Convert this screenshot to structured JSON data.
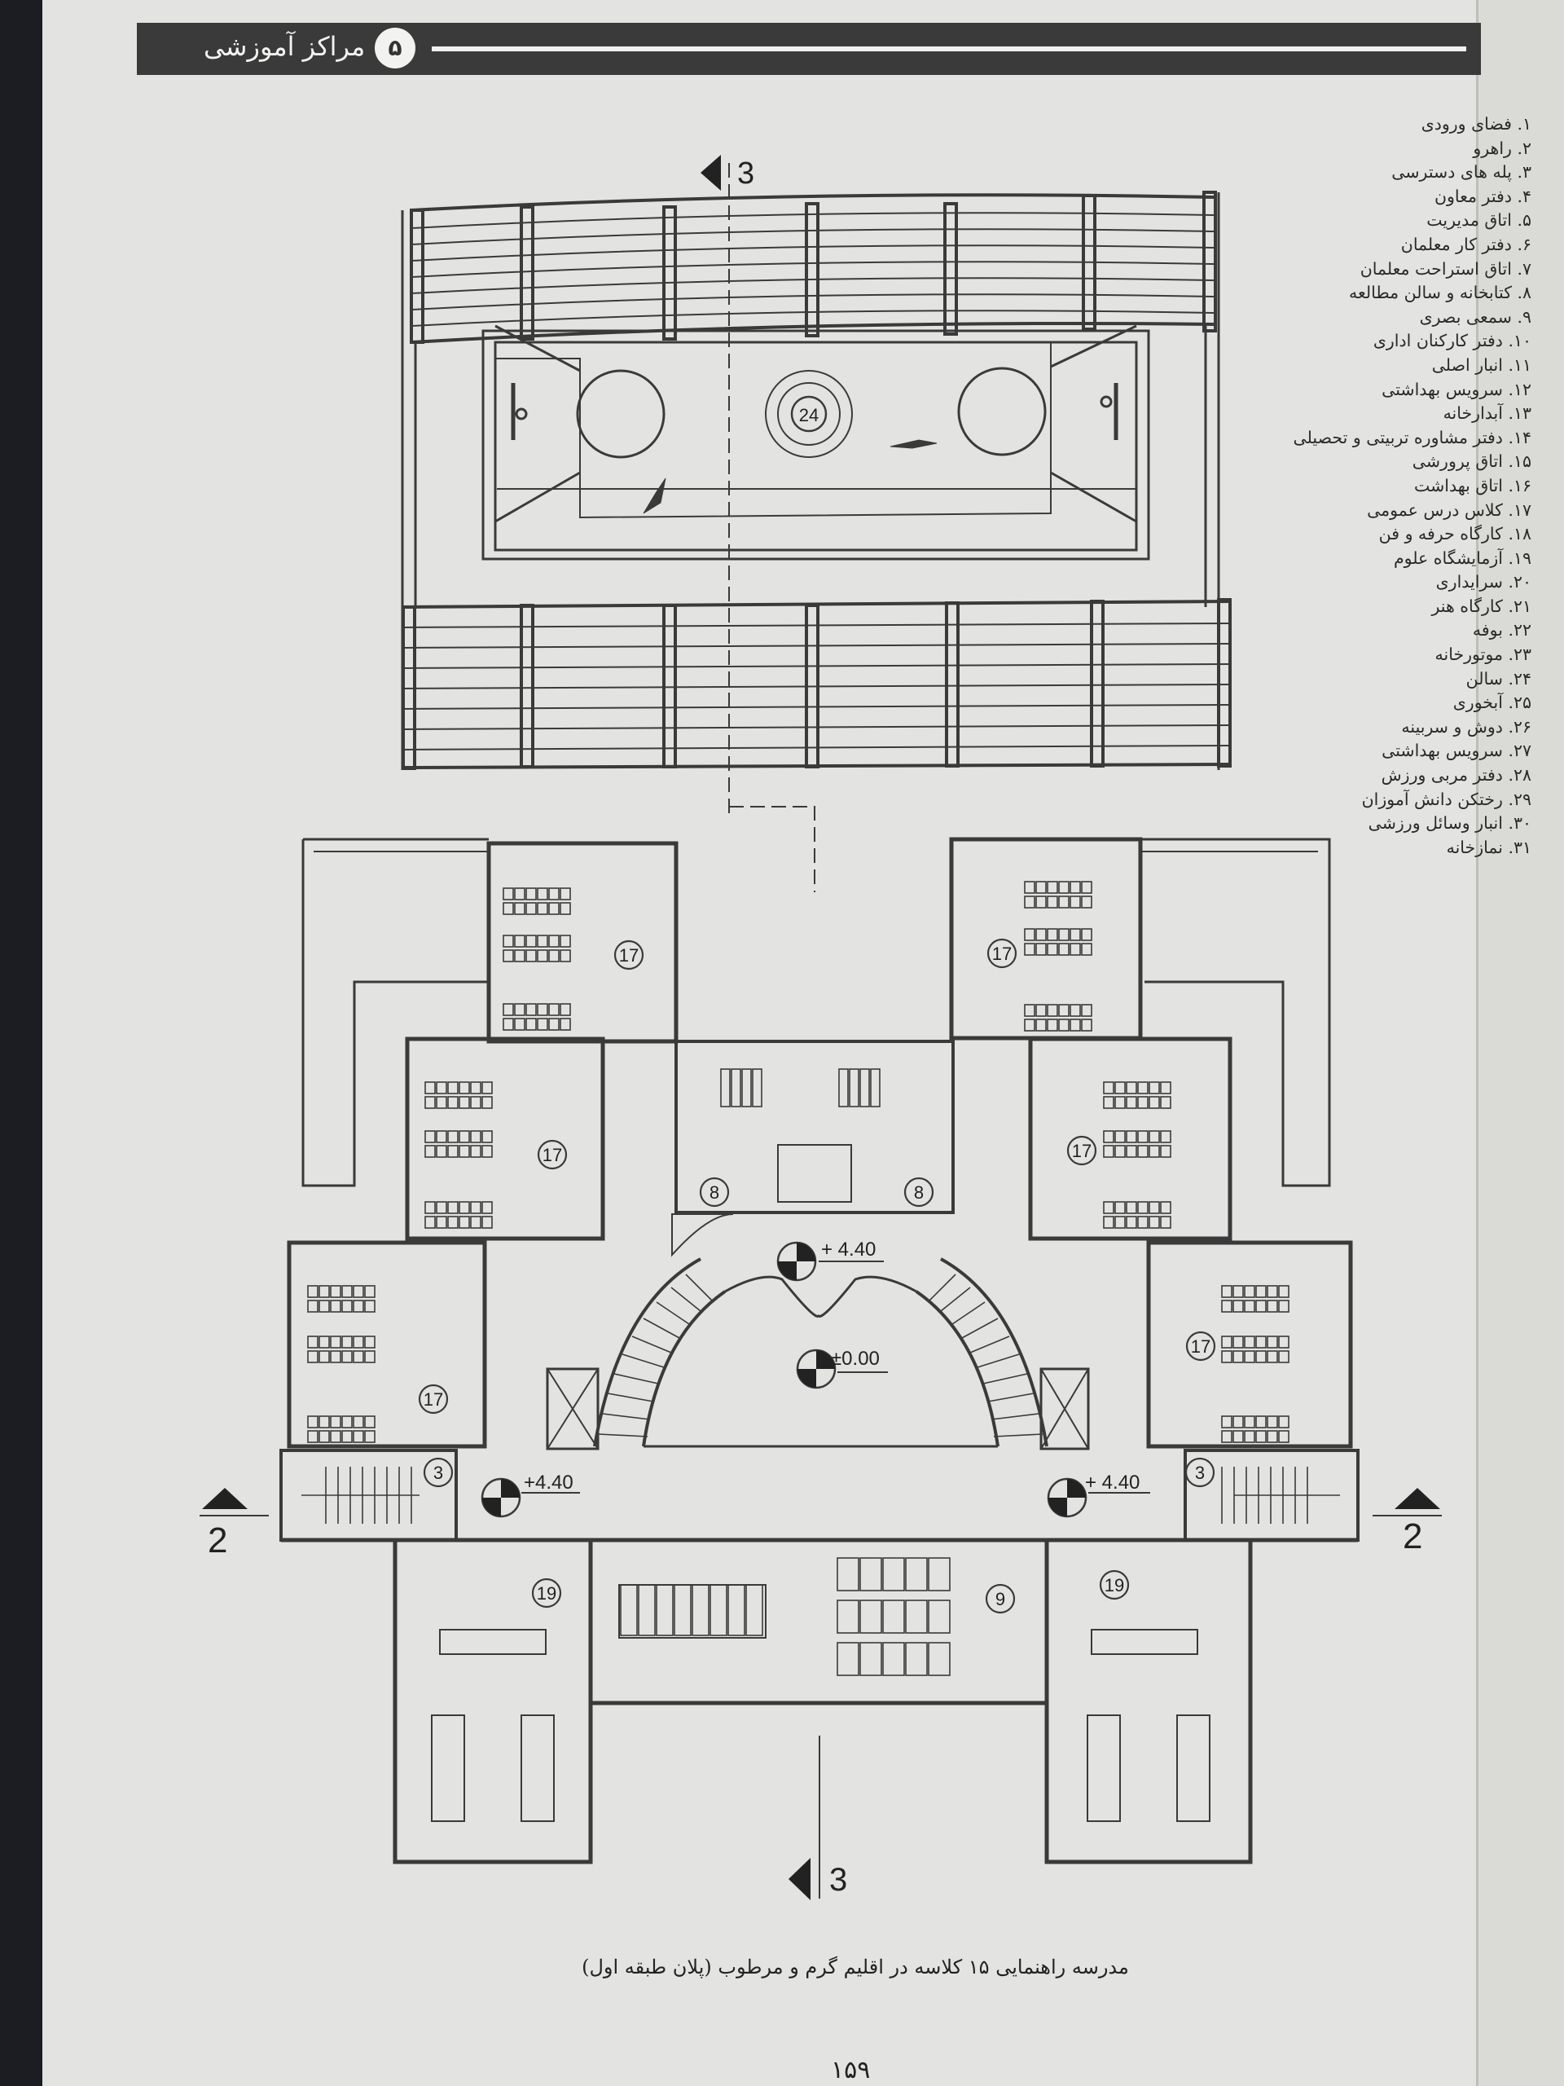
{
  "header": {
    "chapter_title": "مراکز آموزشی",
    "chapter_number": "۵"
  },
  "legend": [
    "۱. فضای ورودی",
    "۲. راهرو",
    "۳. پله های دسترسی",
    "۴. دفتر معاون",
    "۵. اتاق مدیریت",
    "۶. دفتر کار معلمان",
    "۷. اتاق استراحت معلمان",
    "۸. کتابخانه و سالن مطالعه",
    "۹. سمعی بصری",
    "۱۰. دفتر کارکنان اداری",
    "۱۱. انبار اصلی",
    "۱۲. سرویس بهداشتی",
    "۱۳. آبدارخانه",
    "۱۴. دفتر مشاوره تربیتی و تحصیلی",
    "۱۵. اتاق پرورشی",
    "۱۶. اتاق بهداشت",
    "۱۷. کلاس درس عمومی",
    "۱۸. کارگاه حرفه و فن",
    "۱۹. آزمایشگاه علوم",
    "۲۰. سرایداری",
    "۲۱. کارگاه هنر",
    "۲۲. بوفه",
    "۲۳. موتورخانه",
    "۲۴. سالن",
    "۲۵. آبخوری",
    "۲۶. دوش و سربینه",
    "۲۷. سرویس بهداشتی",
    "۲۸. دفتر مربی ورزش",
    "۲۹. رختکن دانش آموزان",
    "۳۰. انبار وسائل ورزشی",
    "۳۱. نمازخانه"
  ],
  "plan": {
    "section_markers": {
      "top": "3",
      "bottom": "3",
      "left": "2",
      "right": "2"
    },
    "room_tags": {
      "hall": "24",
      "classroom": "17",
      "library": "8",
      "audio_visual": "9",
      "lab": "19",
      "stairs": "3"
    },
    "levels": {
      "upper_center": "+ 4.40",
      "ground": "±0.00",
      "left": "+4.40",
      "right": "+ 4.40"
    }
  },
  "caption": "مدرسه راهنمایی ۱۵ کلاسه در اقلیم گرم و مرطوب (پلان طبقه اول)",
  "page_number": "۱۵۹"
}
